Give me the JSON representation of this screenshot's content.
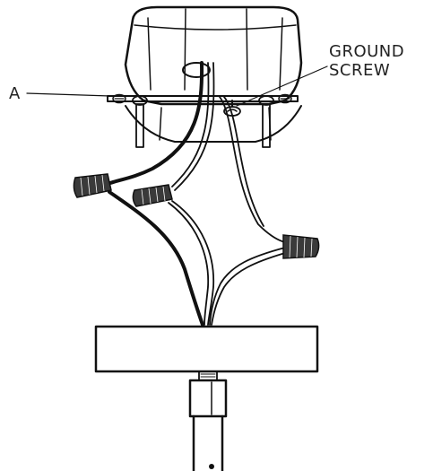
{
  "labels": {
    "bracket": "A",
    "ground_screw_line1": "GROUND",
    "ground_screw_line2": "SCREW"
  },
  "colors": {
    "line": "#111111",
    "background": "#ffffff",
    "connector_fill": "#3a3a3a",
    "junction_box_fill": "#ffffff"
  },
  "parts": {
    "junction_box": "junction-box",
    "mounting_bracket": "mounting-bracket",
    "wire_connectors": 3,
    "canopy": "canopy",
    "downrod": "downrod"
  }
}
